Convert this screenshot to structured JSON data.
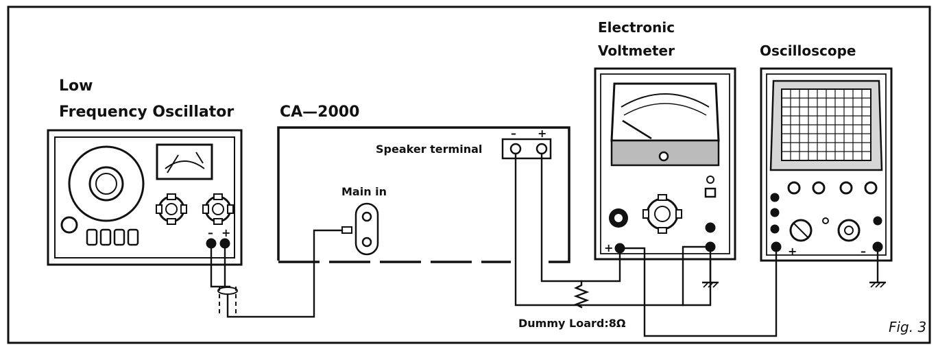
{
  "figure": {
    "caption": "Fig. 3",
    "devices": {
      "oscillator": {
        "label_line1": "Low",
        "label_line2": "Frequency Oscillator"
      },
      "amplifier": {
        "label": "CA—2000",
        "speaker_terminal": "Speaker terminal",
        "main_in": "Main in",
        "minus": "–",
        "plus": "+"
      },
      "voltmeter": {
        "label_line1": "Electronic",
        "label_line2": "Voltmeter",
        "plus": "+"
      },
      "oscilloscope": {
        "label": "Oscilloscope",
        "plus": "+",
        "minus": "–"
      }
    },
    "oscillator_terminals": {
      "minus": "–",
      "plus": "+"
    },
    "dummy_load": "Dummy Loard:8Ω"
  }
}
